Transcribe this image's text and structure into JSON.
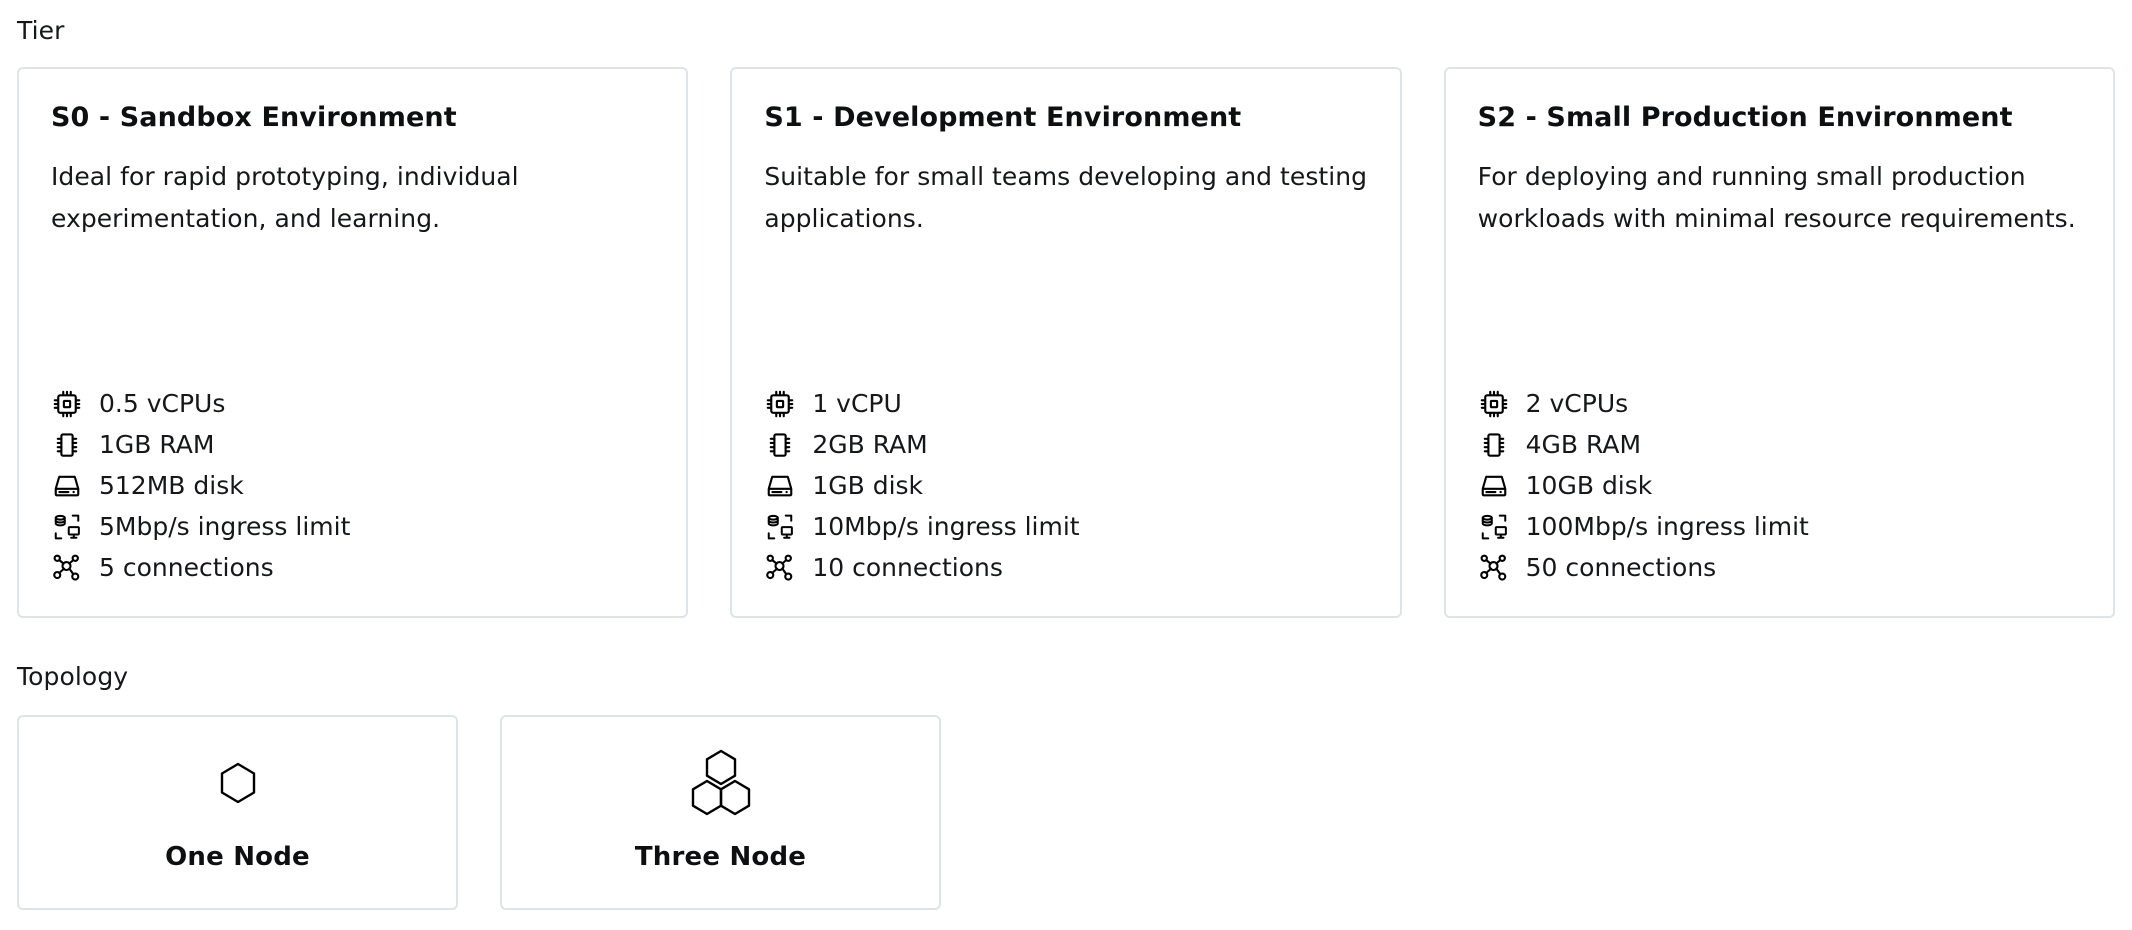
{
  "tier": {
    "label": "Tier",
    "cards": [
      {
        "title": "S0 - Sandbox Environment",
        "description": "Ideal for rapid prototyping, individual experimentation, and learning.",
        "specs": [
          {
            "icon": "cpu-icon",
            "text": "0.5 vCPUs"
          },
          {
            "icon": "memory-icon",
            "text": "1GB RAM"
          },
          {
            "icon": "disk-icon",
            "text": "512MB disk"
          },
          {
            "icon": "network-transfer-icon",
            "text": "5Mbp/s ingress limit"
          },
          {
            "icon": "connections-icon",
            "text": "5 connections"
          }
        ]
      },
      {
        "title": "S1 - Development Environment",
        "description": "Suitable for small teams developing and testing applications.",
        "specs": [
          {
            "icon": "cpu-icon",
            "text": "1 vCPU"
          },
          {
            "icon": "memory-icon",
            "text": "2GB RAM"
          },
          {
            "icon": "disk-icon",
            "text": "1GB disk"
          },
          {
            "icon": "network-transfer-icon",
            "text": "10Mbp/s ingress limit"
          },
          {
            "icon": "connections-icon",
            "text": "10 connections"
          }
        ]
      },
      {
        "title": "S2 - Small Production Environment",
        "description": "For deploying and running small production workloads with minimal resource requirements.",
        "specs": [
          {
            "icon": "cpu-icon",
            "text": "2 vCPUs"
          },
          {
            "icon": "memory-icon",
            "text": "4GB RAM"
          },
          {
            "icon": "disk-icon",
            "text": "10GB disk"
          },
          {
            "icon": "network-transfer-icon",
            "text": "100Mbp/s ingress limit"
          },
          {
            "icon": "connections-icon",
            "text": "50 connections"
          }
        ]
      }
    ]
  },
  "topology": {
    "label": "Topology",
    "options": [
      {
        "icon": "single-hexagon-icon",
        "label": "One Node"
      },
      {
        "icon": "triple-hexagon-icon",
        "label": "Three Node"
      }
    ]
  },
  "colors": {
    "card_border": "#dde4e9",
    "text": "#15171a",
    "heading": "#0d0f11",
    "background": "#ffffff"
  }
}
